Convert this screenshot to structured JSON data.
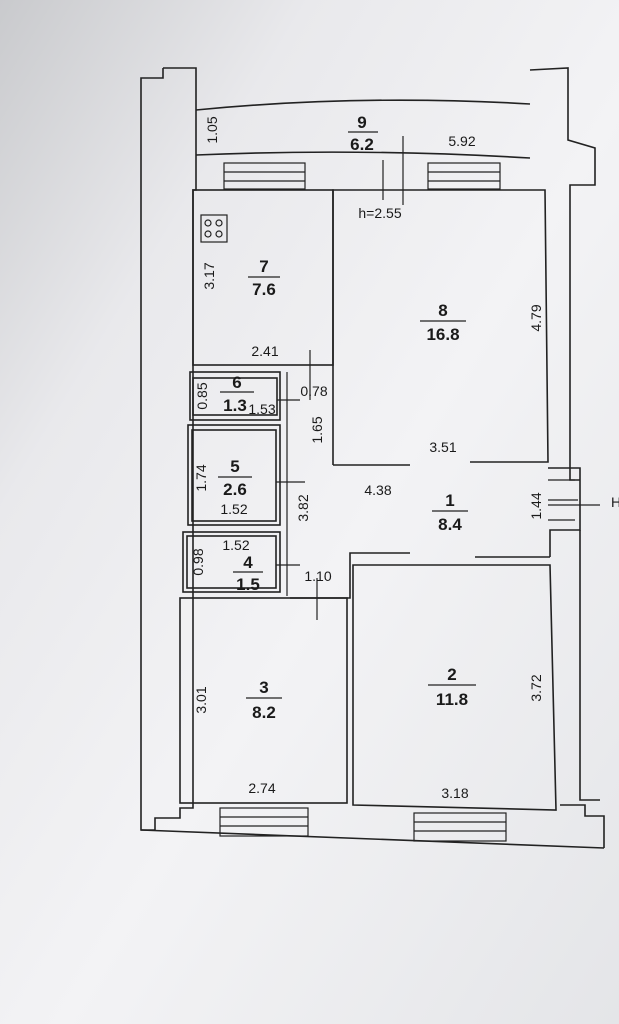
{
  "plan": {
    "height_note": "h=2.55",
    "edge_mark": "H",
    "rooms": [
      {
        "id": "1",
        "number": "1",
        "area": "8.4"
      },
      {
        "id": "2",
        "number": "2",
        "area": "11.8"
      },
      {
        "id": "3",
        "number": "3",
        "area": "8.2"
      },
      {
        "id": "4",
        "number": "4",
        "area": "1.5"
      },
      {
        "id": "5",
        "number": "5",
        "area": "2.6"
      },
      {
        "id": "6",
        "number": "6",
        "area": "1.3"
      },
      {
        "id": "7",
        "number": "7",
        "area": "7.6"
      },
      {
        "id": "8",
        "number": "8",
        "area": "16.8"
      },
      {
        "id": "9",
        "number": "9",
        "area": "6.2"
      }
    ],
    "dimensions": {
      "balcony_depth": "1.05",
      "balcony_length": "5.92",
      "kitchen_depth": "3.17",
      "kitchen_width": "2.41",
      "room8_depth": "4.79",
      "room8_width": "3.51",
      "hall_width": "4.38",
      "hall_depth": "3.82",
      "hall_side": "1.65",
      "hall_gap": "0.78",
      "hall_entry": "1.44",
      "hall_passage": "1.10",
      "room6_depth": "0.85",
      "room6_width": "1.53",
      "room5_depth": "1.74",
      "room5_width": "1.52",
      "room4_depth": "0.98",
      "room4_width": "1.52",
      "room3_depth": "3.01",
      "room3_width": "2.74",
      "room2_depth": "3.72",
      "room2_width": "3.18"
    }
  },
  "colors": {
    "background": "#d9dadd",
    "paper": "#f4f4f6",
    "line": "#222222"
  }
}
